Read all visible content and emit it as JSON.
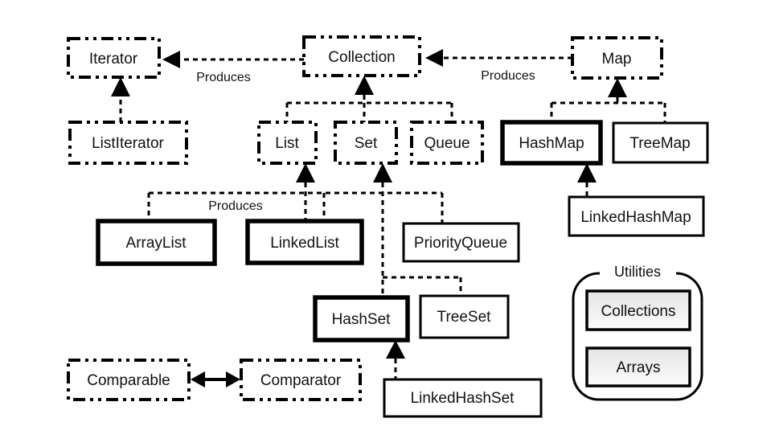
{
  "diagram": {
    "title": "",
    "nodes": {
      "iterator": {
        "label": "Iterator",
        "kind": "interface"
      },
      "collection": {
        "label": "Collection",
        "kind": "interface"
      },
      "map": {
        "label": "Map",
        "kind": "interface"
      },
      "listiterator": {
        "label": "ListIterator",
        "kind": "interface"
      },
      "list": {
        "label": "List",
        "kind": "interface"
      },
      "set": {
        "label": "Set",
        "kind": "interface"
      },
      "queue": {
        "label": "Queue",
        "kind": "interface"
      },
      "hashmap": {
        "label": "HashMap",
        "kind": "class-bold"
      },
      "treemap": {
        "label": "TreeMap",
        "kind": "class"
      },
      "linkedhashmap": {
        "label": "LinkedHashMap",
        "kind": "class"
      },
      "arraylist": {
        "label": "ArrayList",
        "kind": "class-bold"
      },
      "linkedlist": {
        "label": "LinkedList",
        "kind": "class-bold"
      },
      "priorityqueue": {
        "label": "PriorityQueue",
        "kind": "class"
      },
      "hashset": {
        "label": "HashSet",
        "kind": "class-bold"
      },
      "treeset": {
        "label": "TreeSet",
        "kind": "class"
      },
      "linkedhashset": {
        "label": "LinkedHashSet",
        "kind": "class"
      },
      "comparable": {
        "label": "Comparable",
        "kind": "interface"
      },
      "comparator": {
        "label": "Comparator",
        "kind": "interface"
      }
    },
    "edge_labels": {
      "collection_produces_iterator": "Produces",
      "map_produces_collection": "Produces",
      "list_impl_produces": "Produces"
    },
    "utilities": {
      "label": "Utilities",
      "items": {
        "collections": "Collections",
        "arrays": "Arrays"
      }
    },
    "colors": {
      "stroke": "#000000",
      "background": "#ffffff",
      "utility_fill_top": "#e5e5e5",
      "utility_fill_bottom": "#fbfbfb"
    }
  }
}
